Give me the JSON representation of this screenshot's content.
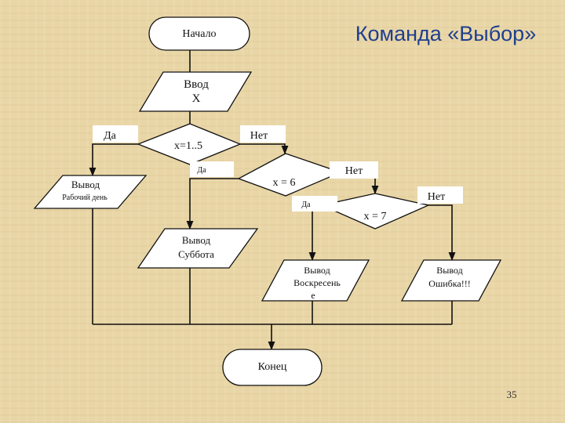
{
  "slide": {
    "title": "Команда «Выбор»",
    "page_number": "35"
  },
  "nodes": {
    "start": "Начало",
    "input_line1": "Ввод",
    "input_line2": "X",
    "cond1": "x=1..5",
    "cond2": "x = 6",
    "cond3": "x = 7",
    "out_weekday_line1": "Вывод",
    "out_weekday_line2": "Рабочий день",
    "out_saturday_line1": "Вывод",
    "out_saturday_line2": "Суббота",
    "out_sunday_line1": "Вывод",
    "out_sunday_line2": "Воскресень",
    "out_sunday_line3": "е",
    "out_error_line1": "Вывод",
    "out_error_line2": "Ошибка!!!",
    "end": "Конец"
  },
  "labels": {
    "cond1_yes": "Да",
    "cond1_no": "Нет",
    "cond2_yes": "Да",
    "cond2_no": "Нет",
    "cond3_yes": "Да",
    "cond3_no": "Нет"
  }
}
